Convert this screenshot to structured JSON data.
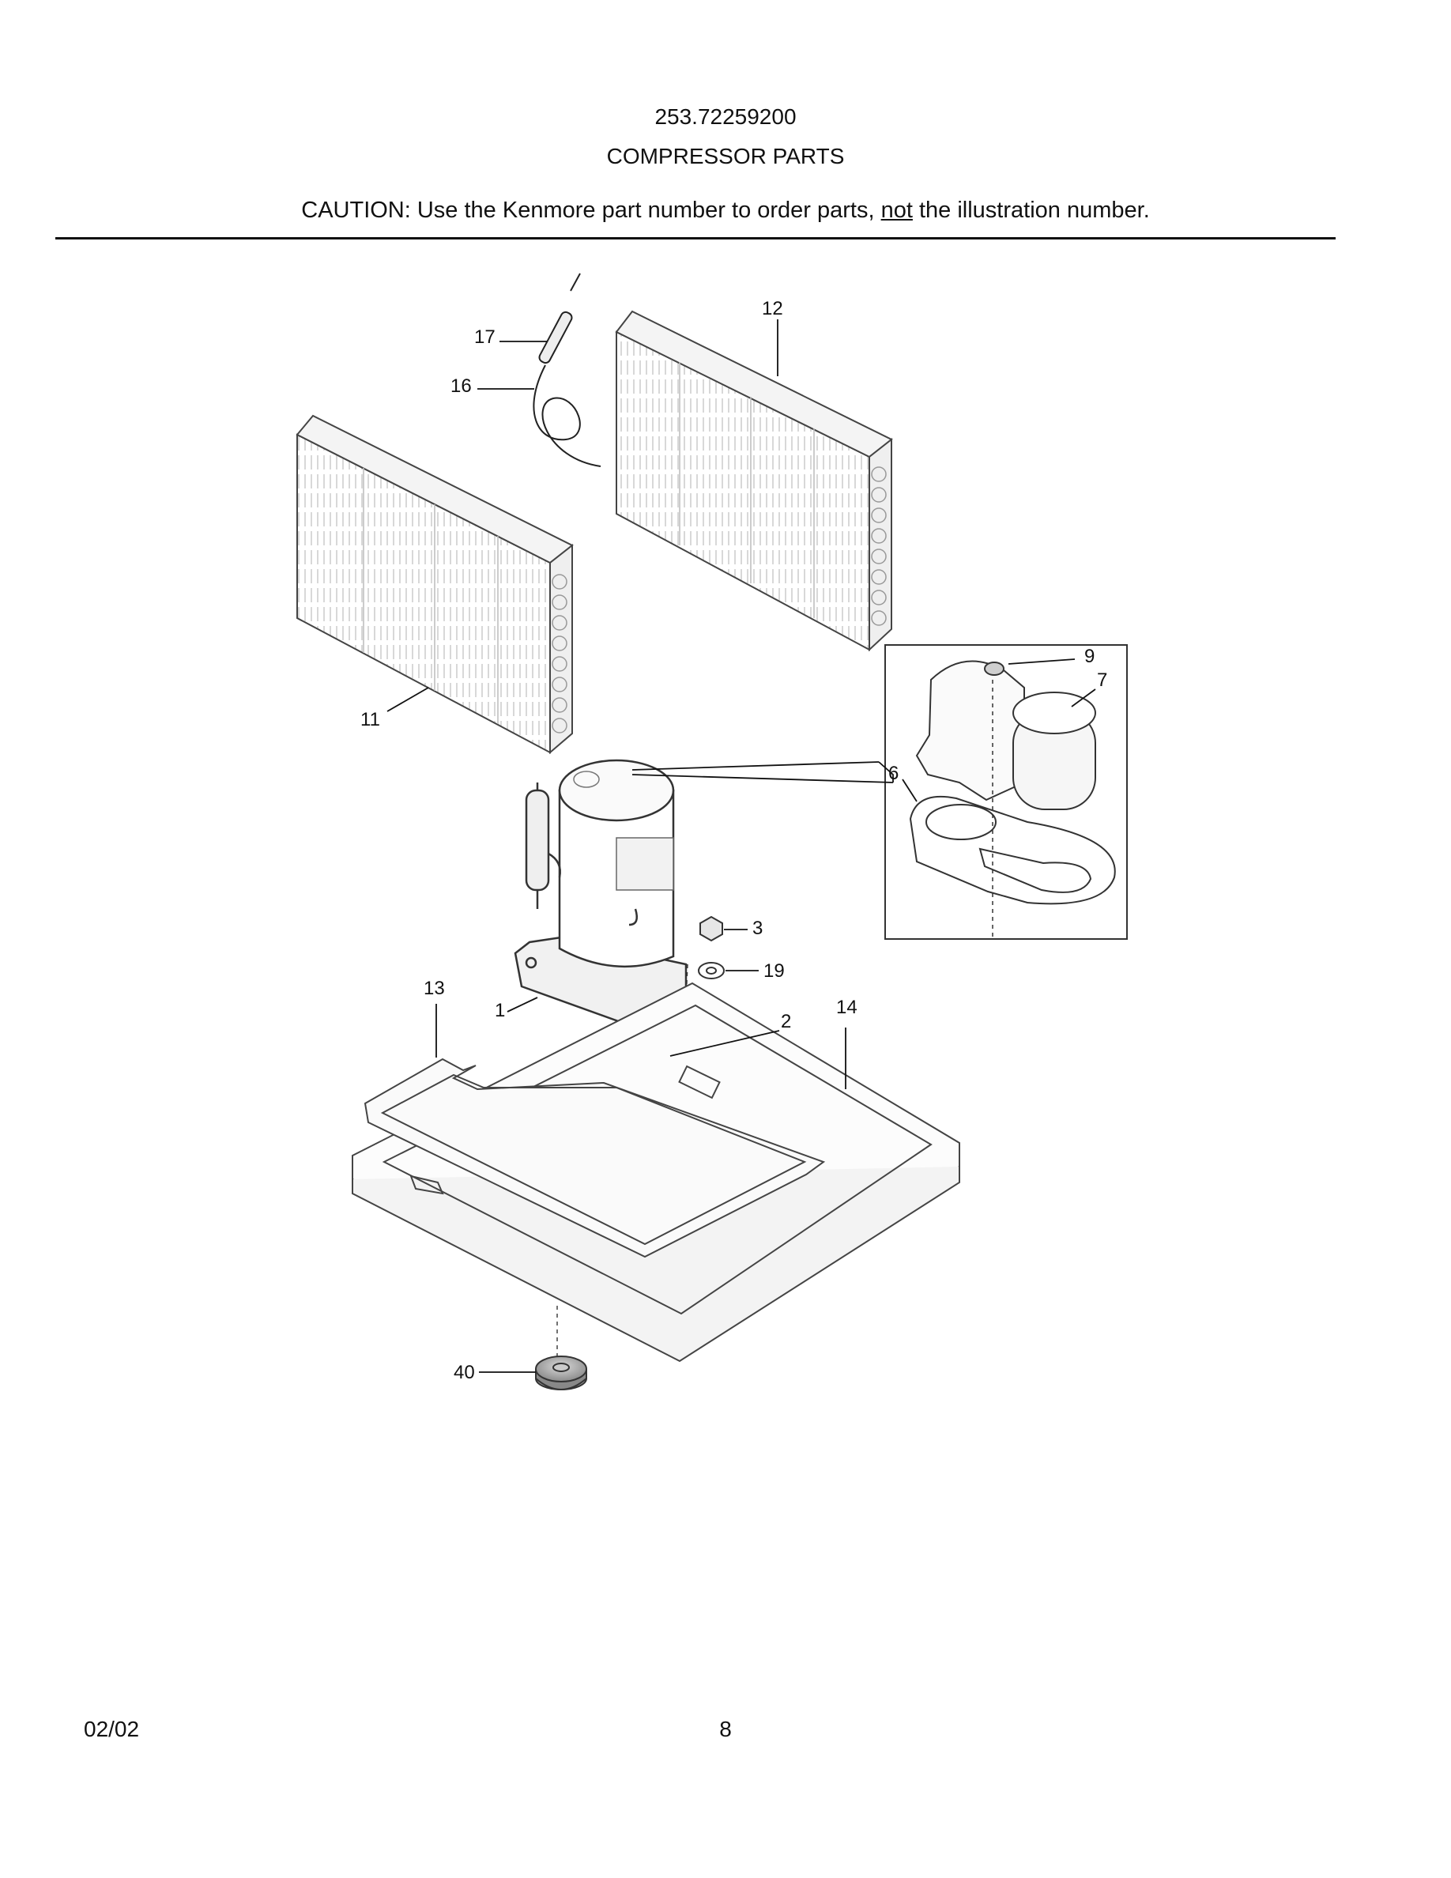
{
  "header": {
    "model_number": "253.72259200",
    "section_title": "COMPRESSOR PARTS",
    "caution_before": "CAUTION: Use the Kenmore part number to order parts, ",
    "caution_emphasis": "not",
    "caution_after": " the illustration number."
  },
  "callouts": {
    "c1": "1",
    "c2": "2",
    "c3": "3",
    "c6": "6",
    "c7": "7",
    "c9": "9",
    "c11": "11",
    "c12": "12",
    "c13": "13",
    "c14": "14",
    "c16": "16",
    "c17": "17",
    "c19": "19",
    "c40": "40"
  },
  "footer": {
    "date": "02/02",
    "page_number": "8"
  }
}
